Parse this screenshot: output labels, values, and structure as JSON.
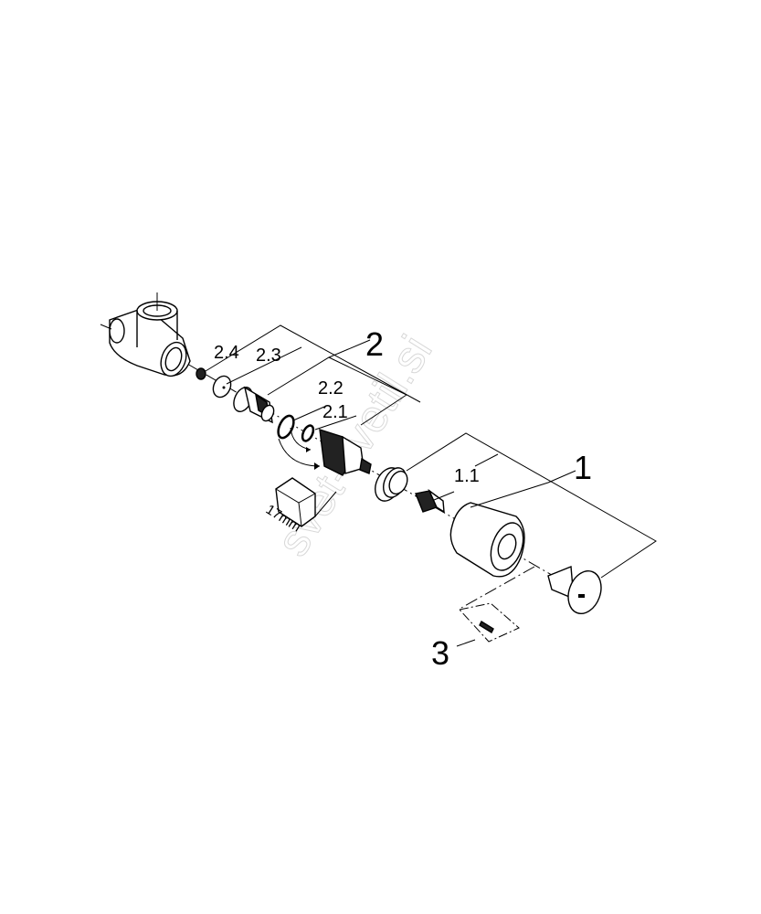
{
  "diagram": {
    "labels": {
      "group_2": "2",
      "part_2_1": "2.1",
      "part_2_2": "2.2",
      "part_2_3": "2.3",
      "part_2_4": "2.4",
      "group_1": "1",
      "part_1_1": "1.1",
      "group_3": "3",
      "wrench_size": "17mm"
    },
    "watermark": "svet-svetil.si"
  }
}
